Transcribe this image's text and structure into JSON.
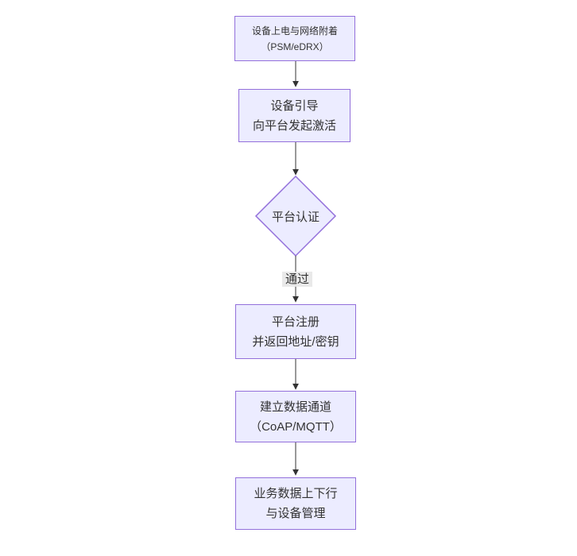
{
  "diagram": {
    "kind": "flowchart",
    "direction": "top-down",
    "nodes": [
      {
        "id": "power-attach",
        "shape": "rect",
        "lines": [
          "设备上电与网络附着",
          "（PSM/eDRX）"
        ]
      },
      {
        "id": "bootstrap",
        "shape": "rect",
        "lines": [
          "设备引导",
          "向平台发起激活"
        ]
      },
      {
        "id": "auth",
        "shape": "diamond",
        "lines": [
          "平台认证"
        ]
      },
      {
        "id": "register",
        "shape": "rect",
        "lines": [
          "平台注册",
          "并返回地址/密钥"
        ]
      },
      {
        "id": "channel",
        "shape": "rect",
        "lines": [
          "建立数据通道",
          "（CoAP/MQTT）"
        ]
      },
      {
        "id": "business",
        "shape": "rect",
        "lines": [
          "业务数据上下行",
          "与设备管理"
        ]
      }
    ],
    "edges": [
      {
        "from": "power-attach",
        "to": "bootstrap",
        "label": ""
      },
      {
        "from": "bootstrap",
        "to": "auth",
        "label": ""
      },
      {
        "from": "auth",
        "to": "register",
        "label": "通过"
      },
      {
        "from": "register",
        "to": "channel",
        "label": ""
      },
      {
        "from": "channel",
        "to": "business",
        "label": ""
      }
    ]
  },
  "colors": {
    "background": "#ffffff",
    "node_fill": "#ECECFF",
    "node_border": "#9370DB",
    "text": "#333333",
    "arrow": "#333333",
    "edge_label_bg": "#e8e8e8"
  }
}
